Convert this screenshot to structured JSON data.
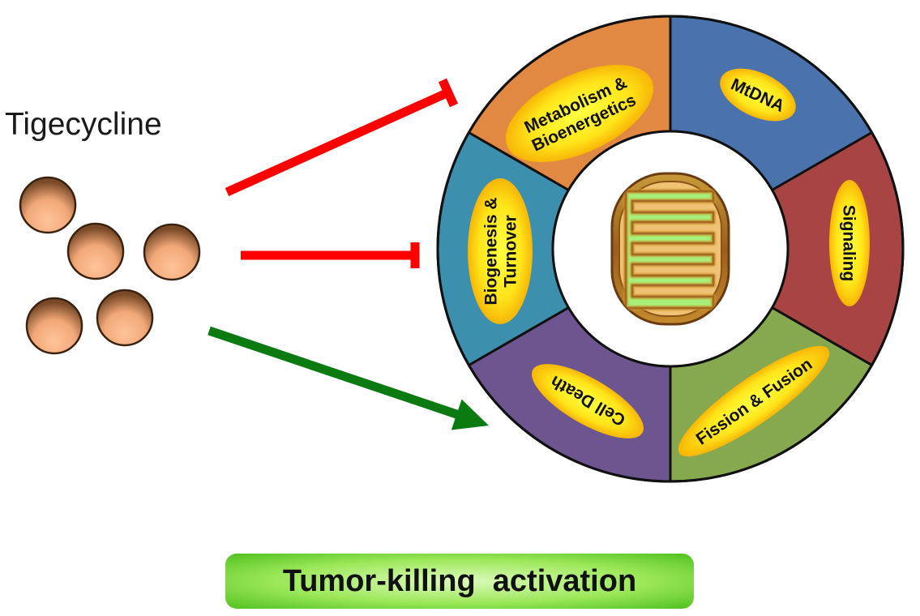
{
  "drug": {
    "name": "Tigecycline",
    "particle_count": 5
  },
  "arrows": [
    {
      "name": "inhibit-arrow-metabolism",
      "type": "inhibit",
      "color": "#ff0000"
    },
    {
      "name": "inhibit-arrow-biogenesis",
      "type": "inhibit",
      "color": "#ff0000"
    },
    {
      "name": "activate-arrow-cell-death",
      "type": "activate",
      "color": "#0b7a10"
    }
  ],
  "segments": [
    {
      "id": "mtdna",
      "lines": [
        "MtDNA"
      ],
      "color": "#4a72ad"
    },
    {
      "id": "signaling",
      "lines": [
        "Signaling"
      ],
      "color": "#a94444"
    },
    {
      "id": "fission-fusion",
      "lines": [
        "Fission & Fusion"
      ],
      "color": "#86a84f"
    },
    {
      "id": "cell-death",
      "lines": [
        "Cell Death"
      ],
      "color": "#6d5690"
    },
    {
      "id": "biogenesis-turnover",
      "lines": [
        "Biogenesis &",
        "Turnover"
      ],
      "color": "#3d8fae"
    },
    {
      "id": "metabolism-bioenergetics",
      "lines": [
        "Metabolism &",
        "Bioenergetics"
      ],
      "color": "#e18842"
    }
  ],
  "result": {
    "label": "Tumor-killing  activation"
  }
}
